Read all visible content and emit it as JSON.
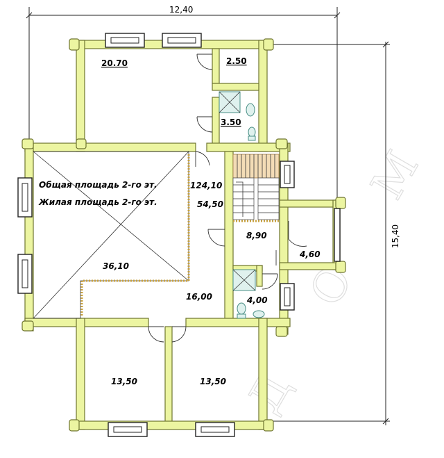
{
  "dimensions": {
    "width_label": "12,40",
    "height_label": "15,40"
  },
  "summary": {
    "total_area_label": "Общая площадь 2-го эт.",
    "living_area_label": "Жилая площадь 2-го эт.",
    "total_area_value": "124,10",
    "living_area_value": "54,50"
  },
  "rooms": [
    {
      "id": "bedroom-top",
      "area": "20.70"
    },
    {
      "id": "closet",
      "area": "2.50"
    },
    {
      "id": "bathroom-top",
      "area": "3.50"
    },
    {
      "id": "void-second-light",
      "area": "36,10"
    },
    {
      "id": "hall",
      "area": "8,90"
    },
    {
      "id": "balcony",
      "area": "4,60"
    },
    {
      "id": "corridor",
      "area": "16,00"
    },
    {
      "id": "bathroom-bottom",
      "area": "4,00"
    },
    {
      "id": "bedroom-bottom-left",
      "area": "13,50"
    },
    {
      "id": "bedroom-bottom-right",
      "area": "13,50"
    }
  ],
  "colors": {
    "log_wall": "#ecf5a1",
    "wall_outline": "#6e7430",
    "plumbing": "#dff1ee",
    "stairs": "#f3dcb6"
  }
}
